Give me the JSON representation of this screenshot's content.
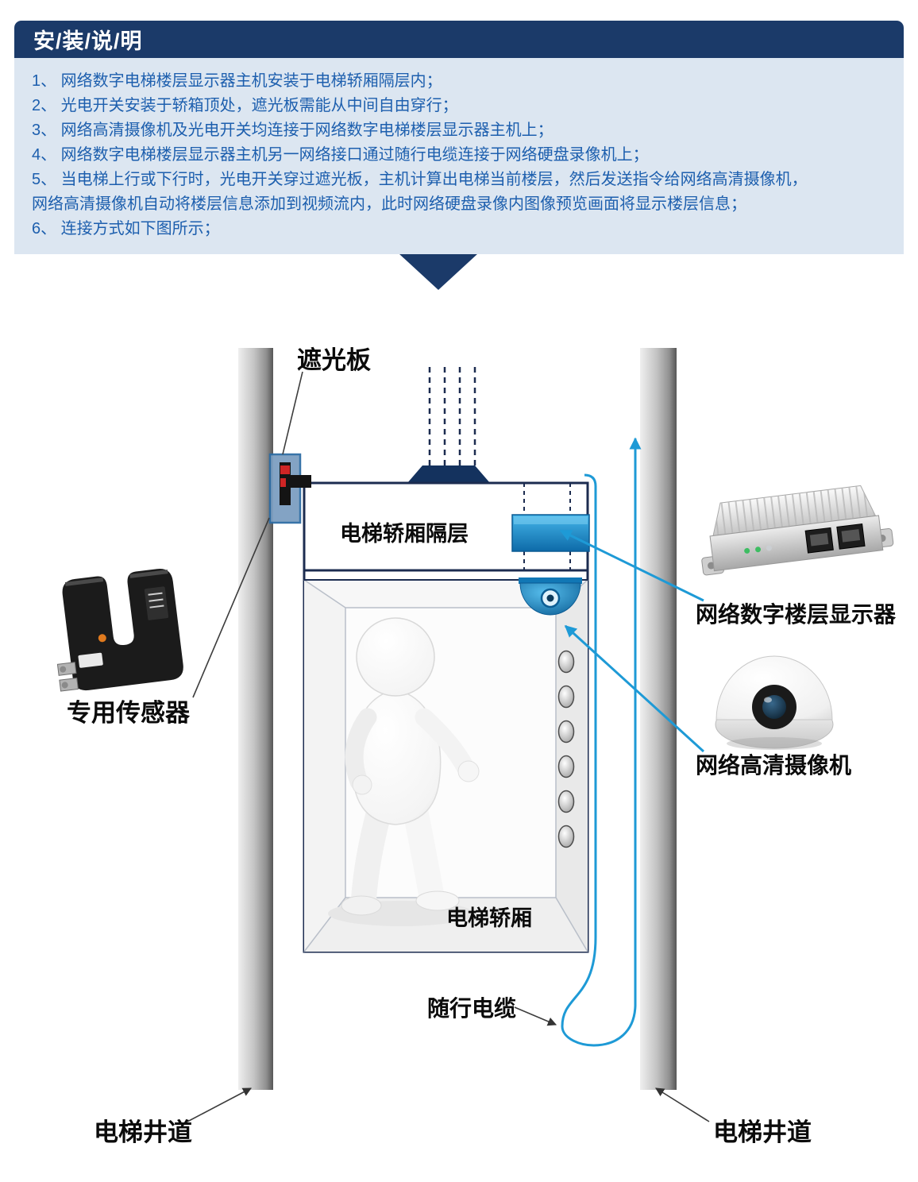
{
  "header": {
    "title": "安/装/说/明"
  },
  "instructions": {
    "lines": [
      "1、 网络数字电梯楼层显示器主机安装于电梯轿厢隔层内；",
      "2、 光电开关安装于轿箱顶处，遮光板需能从中间自由穿行；",
      "3、 网络高清摄像机及光电开关均连接于网络数字电梯楼层显示器主机上；",
      "4、 网络数字电梯楼层显示器主机另一网络接口通过随行电缆连接于网络硬盘录像机上；",
      "5、 当电梯上行或下行时，光电开关穿过遮光板，主机计算出电梯当前楼层，然后发送指令给网络高清摄像机，",
      "网络高清摄像机自动将楼层信息添加到视频流内，此时网络硬盘录像内图像预览画面将显示楼层信息；",
      "6、 连接方式如下图所示；"
    ]
  },
  "diagram": {
    "labels": {
      "shade_plate": "遮光板",
      "car_partition": "电梯轿厢隔层",
      "dedicated_sensor": "专用传感器",
      "floor_display": "网络数字楼层显示器",
      "hd_camera": "网络高清摄像机",
      "elevator_car": "电梯轿厢",
      "traveling_cable": "随行电缆",
      "shaft_left": "电梯井道",
      "shaft_right": "电梯井道"
    },
    "colors": {
      "header_bg": "#1b3a69",
      "panel_bg": "#dce6f1",
      "instruction_text": "#1d5fae",
      "outline_navy": "#1c2c50",
      "cable_blue": "#1e9ad6",
      "display_blue_light": "#45b6ea",
      "display_blue_dark": "#0d6aa8"
    }
  }
}
